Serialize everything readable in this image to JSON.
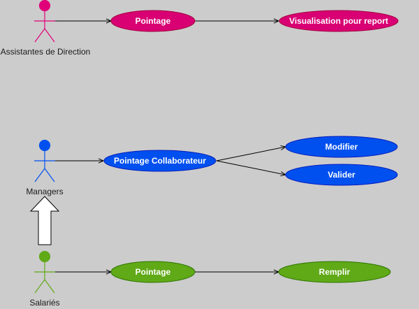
{
  "actors": {
    "assistantes": {
      "label": "Assistantes de Direction",
      "color": "#e0007a"
    },
    "managers": {
      "label": "Managers",
      "color": "#0050ef"
    },
    "salaries": {
      "label": "Salariés",
      "color": "#60a917"
    }
  },
  "use_cases": {
    "pointage_ad": {
      "label": "Pointage",
      "color": "#d80073",
      "stroke": "#a50040"
    },
    "visualisation": {
      "label": "Visualisation pour report",
      "color": "#d80073",
      "stroke": "#a50040"
    },
    "pointage_collab": {
      "label": "Pointage Collaborateur",
      "color": "#0050ef",
      "stroke": "#001dbc"
    },
    "modifier": {
      "label": "Modifier",
      "color": "#0050ef",
      "stroke": "#001dbc"
    },
    "valider": {
      "label": "Valider",
      "color": "#0050ef",
      "stroke": "#001dbc"
    },
    "pointage_sal": {
      "label": "Pointage",
      "color": "#60a917",
      "stroke": "#2d7600"
    },
    "remplir": {
      "label": "Remplir",
      "color": "#60a917",
      "stroke": "#2d7600"
    }
  }
}
